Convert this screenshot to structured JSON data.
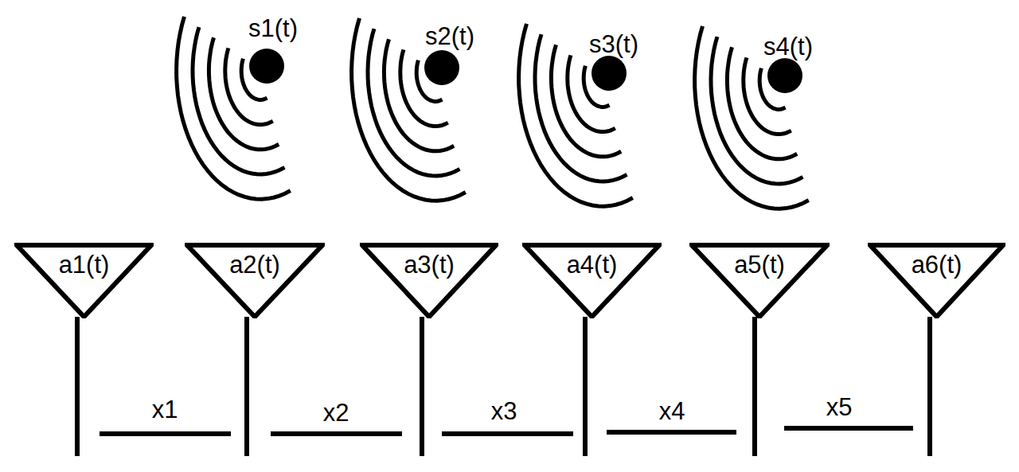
{
  "diagram": {
    "nodes": [
      {
        "text": [
          "a1(t)"
        ]
      },
      {
        "text": [
          "a2(t)"
        ]
      },
      {
        "text": [
          "a3(t)"
        ]
      },
      {
        "text": [
          "a4(t)"
        ]
      },
      {
        "text": [
          "a5(t)"
        ]
      },
      {
        "text": [
          "a6(t)"
        ]
      }
    ],
    "labels": [
      "s1(t)",
      "s2(t)",
      "s3(t)",
      "s4(t)",
      "x1",
      "x2",
      "x3",
      "x4",
      "x5"
    ]
  }
}
